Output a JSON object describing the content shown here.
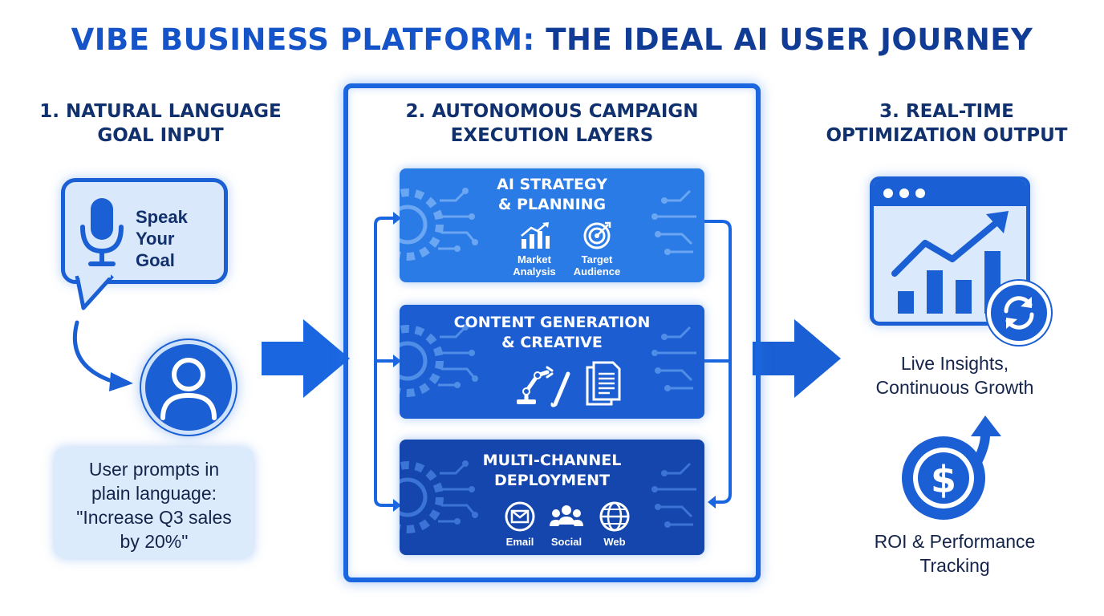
{
  "title": {
    "part1": "VIBE BUSINESS PLATFORM: ",
    "part2": "THE IDEAL AI USER JOURNEY"
  },
  "columns": {
    "input": {
      "heading_line1": "1. NATURAL LANGUAGE",
      "heading_line2": "GOAL INPUT",
      "bubble_lines": [
        "Speak",
        "Your",
        "Goal"
      ],
      "prompt_lines": [
        "User prompts in",
        "plain language:",
        "\"Increase Q3 sales",
        "by 20%\""
      ]
    },
    "execution": {
      "heading_line1": "2. AUTONOMOUS CAMPAIGN",
      "heading_line2": "EXECUTION LAYERS",
      "layers": [
        {
          "title_lines": [
            "AI STRATEGY",
            "& PLANNING"
          ],
          "items": [
            {
              "icon": "bar-chart-icon",
              "label_lines": [
                "Market",
                "Analysis"
              ]
            },
            {
              "icon": "target-icon",
              "label_lines": [
                "Target",
                "Audience"
              ]
            }
          ]
        },
        {
          "title_lines": [
            "CONTENT GENERATION",
            "& CREATIVE"
          ],
          "items": [
            {
              "icon": "robot-arm-brush-icon",
              "label_lines": []
            },
            {
              "icon": "document-icon",
              "label_lines": []
            }
          ]
        },
        {
          "title_lines": [
            "MULTI-CHANNEL",
            "DEPLOYMENT"
          ],
          "items": [
            {
              "icon": "email-icon",
              "label_lines": [
                "Email"
              ]
            },
            {
              "icon": "people-icon",
              "label_lines": [
                "Social"
              ]
            },
            {
              "icon": "globe-icon",
              "label_lines": [
                "Web"
              ]
            }
          ]
        }
      ]
    },
    "output": {
      "heading_line1": "3. REAL-TIME",
      "heading_line2": "OPTIMIZATION OUTPUT",
      "insights_lines": [
        "Live Insights,",
        "Continuous Growth"
      ],
      "roi_lines": [
        "ROI & Performance",
        "Tracking"
      ]
    }
  },
  "colors": {
    "primary": "#1a5fd4",
    "title_blue": "#1553c8",
    "dark_navy": "#11306e",
    "light_fill": "#dcebfc"
  }
}
